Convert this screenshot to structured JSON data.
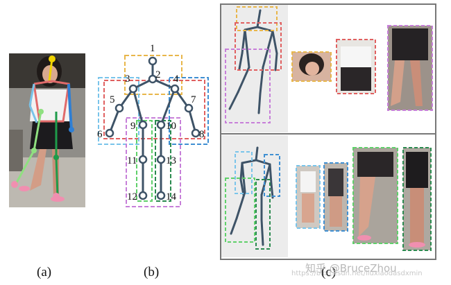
{
  "captions": {
    "a": "(a)",
    "b": "(b)",
    "c": "(c)"
  },
  "keypoints": [
    "1",
    "2",
    "3",
    "4",
    "5",
    "6",
    "7",
    "8",
    "9",
    "10",
    "11",
    "12",
    "13",
    "14"
  ],
  "watermark": {
    "line1": "知乎 @BruceZhou",
    "line2": "https://blog.csdn.net/liuxiaodasdxmin"
  },
  "colors": {
    "head_box": "#e8b64a",
    "torso_box": "#e06060",
    "left_arm_box": "#79c4ea",
    "right_arm_box": "#3f8fd2",
    "left_leg_box": "#5fd06a",
    "right_leg_box": "#2a8a4f",
    "legs_box": "#c77fd9",
    "skeleton": "#3e5367",
    "joint_fill": "#ffffff"
  }
}
